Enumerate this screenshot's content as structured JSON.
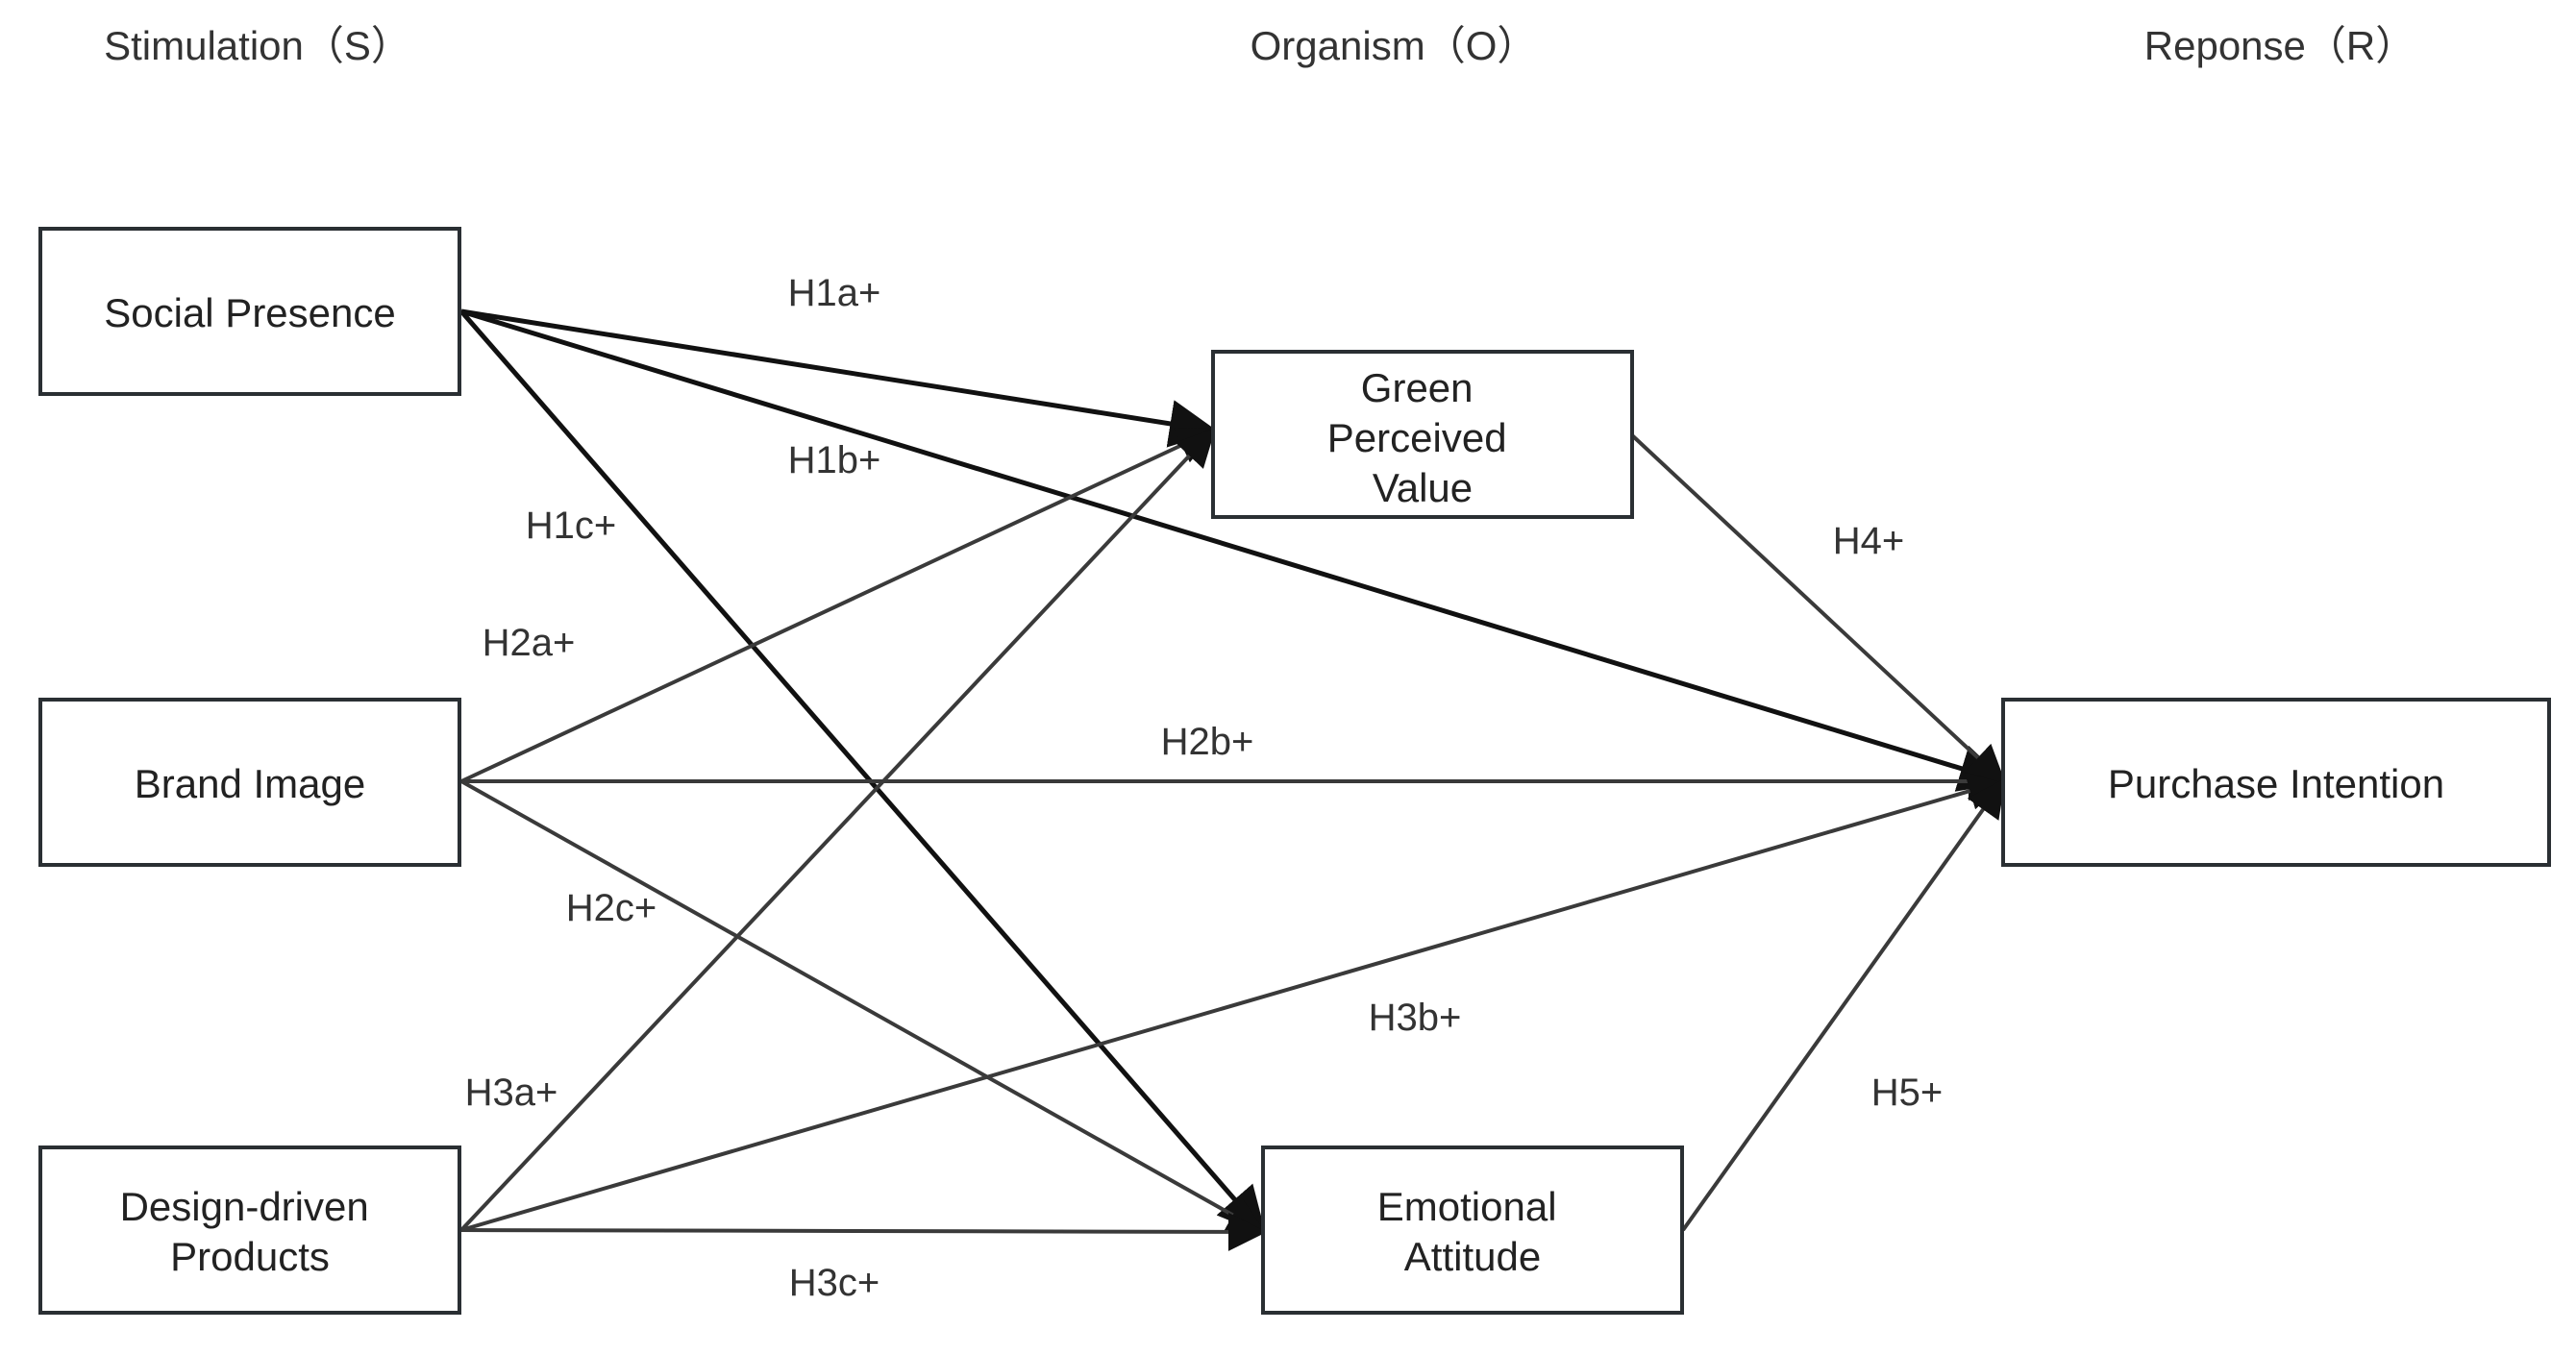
{
  "headers": {
    "stimulation": "Stimulation（S）",
    "organism": "Organism（O）",
    "response": "Reponse（R）"
  },
  "nodes": {
    "social_presence": {
      "lines": [
        "Social Presence"
      ]
    },
    "brand_image": {
      "lines": [
        "Brand Image"
      ]
    },
    "design_driven": {
      "lines": [
        "Design-driven",
        "Products"
      ]
    },
    "green_value": {
      "lines": [
        "Green",
        "Perceived",
        "Value"
      ]
    },
    "emotional_attitude": {
      "lines": [
        "Emotional",
        "Attitude"
      ]
    },
    "purchase_intention": {
      "lines": [
        "Purchase Intention"
      ]
    }
  },
  "edges": [
    {
      "id": "h1a",
      "from": "social_presence",
      "to": "green_value",
      "label": "H1a+"
    },
    {
      "id": "h1b",
      "from": "social_presence",
      "to": "purchase_intention",
      "label": "H1b+"
    },
    {
      "id": "h1c",
      "from": "social_presence",
      "to": "emotional_attitude",
      "label": "H1c+"
    },
    {
      "id": "h2a",
      "from": "brand_image",
      "to": "green_value",
      "label": "H2a+"
    },
    {
      "id": "h2b",
      "from": "brand_image",
      "to": "purchase_intention",
      "label": "H2b+"
    },
    {
      "id": "h2c",
      "from": "brand_image",
      "to": "emotional_attitude",
      "label": "H2c+"
    },
    {
      "id": "h3a",
      "from": "design_driven",
      "to": "green_value",
      "label": "H3a+"
    },
    {
      "id": "h3b",
      "from": "design_driven",
      "to": "purchase_intention",
      "label": "H3b+"
    },
    {
      "id": "h3c",
      "from": "design_driven",
      "to": "emotional_attitude",
      "label": "H3c+"
    },
    {
      "id": "h4",
      "from": "green_value",
      "to": "purchase_intention",
      "label": "H4+"
    },
    {
      "id": "h5",
      "from": "emotional_attitude",
      "to": "purchase_intention",
      "label": "H5+"
    }
  ]
}
